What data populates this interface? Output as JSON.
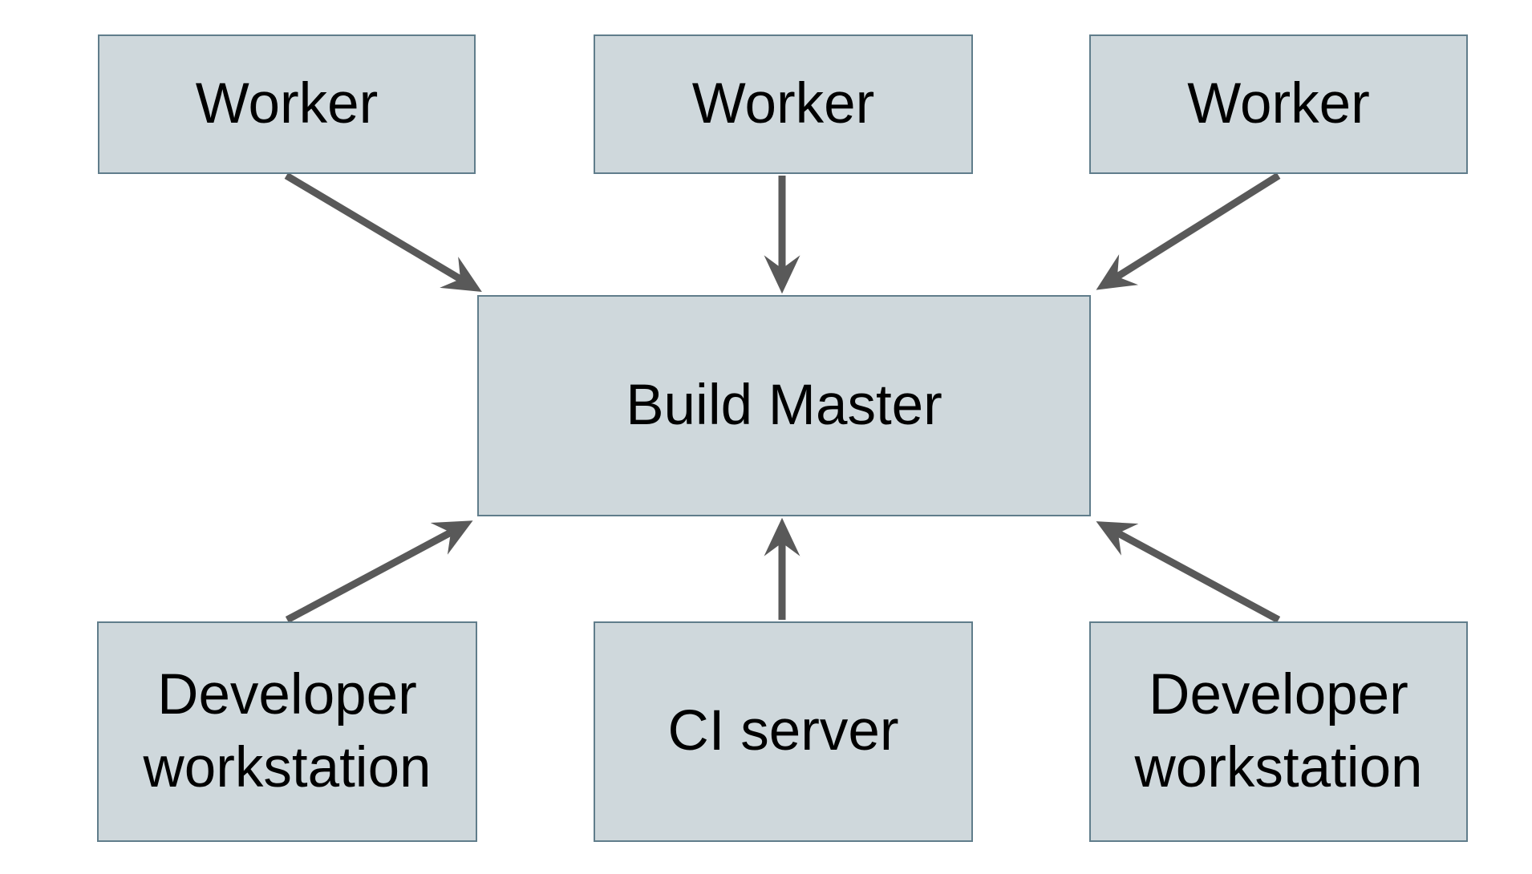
{
  "diagram": {
    "nodes": [
      {
        "id": "worker-1",
        "label": "Worker"
      },
      {
        "id": "worker-2",
        "label": "Worker"
      },
      {
        "id": "worker-3",
        "label": "Worker"
      },
      {
        "id": "build-master",
        "label": "Build Master"
      },
      {
        "id": "dev-workstation-1",
        "label": "Developer workstation"
      },
      {
        "id": "ci-server",
        "label": "CI server"
      },
      {
        "id": "dev-workstation-2",
        "label": "Developer workstation"
      }
    ],
    "edges": [
      {
        "from": "worker-1",
        "to": "build-master"
      },
      {
        "from": "worker-2",
        "to": "build-master"
      },
      {
        "from": "worker-3",
        "to": "build-master"
      },
      {
        "from": "dev-workstation-1",
        "to": "build-master"
      },
      {
        "from": "ci-server",
        "to": "build-master"
      },
      {
        "from": "dev-workstation-2",
        "to": "build-master"
      }
    ]
  },
  "colors": {
    "node_fill": "#cfd8dc",
    "node_border": "#607d8b",
    "arrow": "#595959",
    "text": "#000000",
    "background": "#ffffff"
  }
}
